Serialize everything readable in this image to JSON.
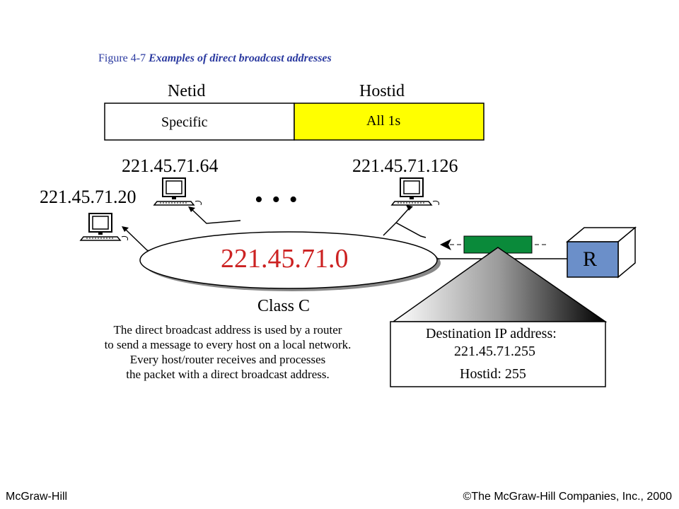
{
  "caption": {
    "figure_label": "Figure  4-7",
    "title": "Examples of direct broadcast addresses"
  },
  "address_format": {
    "netid_header": "Netid",
    "hostid_header": "Hostid",
    "netid_value": "Specific",
    "hostid_value": "All 1s"
  },
  "hosts": [
    {
      "address": "221.45.71.64"
    },
    {
      "address": "221.45.71.126"
    },
    {
      "address": "221.45.71.20"
    }
  ],
  "ellipsis": "•  •  •",
  "network": {
    "address": "221.45.71.0",
    "class_label": "Class C"
  },
  "router": {
    "label": "R"
  },
  "description": [
    "The direct broadcast address is used by a router",
    "to send a message to every host on a local network.",
    "Every host/router receives and processes",
    "the packet with a direct broadcast address."
  ],
  "packet_box": {
    "line1": "Destination IP address:",
    "line2": "221.45.71.255",
    "line3": "Hostid: 255"
  },
  "footer": {
    "left": "McGraw-Hill",
    "right": "©The McGraw-Hill Companies, Inc., 2000"
  },
  "colors": {
    "caption": "#2b3aa0",
    "hostid_fill": "#ffff00",
    "network_text": "#cc2222",
    "router_front": "#6b8fc9",
    "packet_fill": "#0a8a3a"
  }
}
